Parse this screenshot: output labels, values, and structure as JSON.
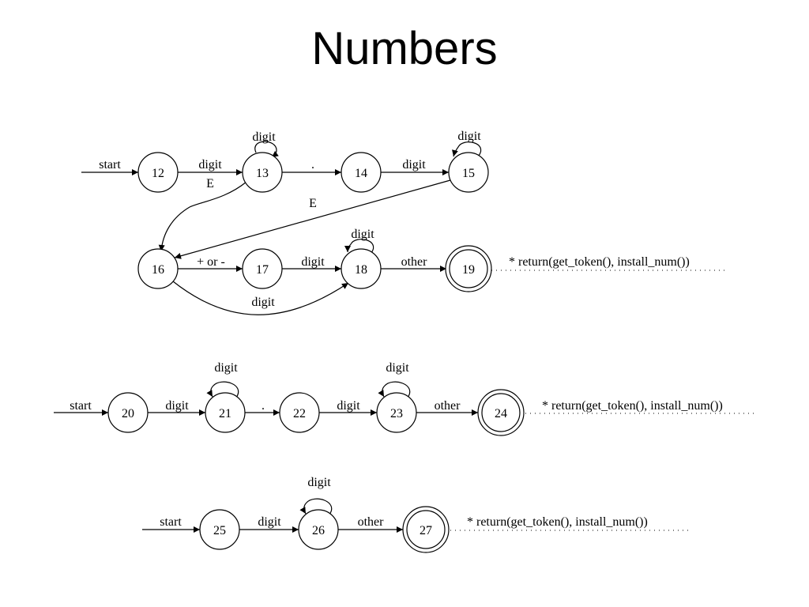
{
  "title": "Numbers",
  "diagrams": [
    {
      "states": [
        {
          "id": "12",
          "label": "12",
          "final": false
        },
        {
          "id": "13",
          "label": "13",
          "final": false
        },
        {
          "id": "14",
          "label": "14",
          "final": false
        },
        {
          "id": "15",
          "label": "15",
          "final": false
        },
        {
          "id": "16",
          "label": "16",
          "final": false
        },
        {
          "id": "17",
          "label": "17",
          "final": false
        },
        {
          "id": "18",
          "label": "18",
          "final": false
        },
        {
          "id": "19",
          "label": "19",
          "final": true
        }
      ],
      "transitions": [
        {
          "from": "start",
          "to": "12",
          "label": "start"
        },
        {
          "from": "12",
          "to": "13",
          "label": "digit"
        },
        {
          "from": "13",
          "to": "13",
          "label": "digit"
        },
        {
          "from": "13",
          "to": "14",
          "label": "."
        },
        {
          "from": "14",
          "to": "15",
          "label": "digit"
        },
        {
          "from": "15",
          "to": "15",
          "label": "digit"
        },
        {
          "from": "13",
          "to": "16",
          "label": "E"
        },
        {
          "from": "15",
          "to": "16",
          "label": "E"
        },
        {
          "from": "16",
          "to": "17",
          "label": "+ or -"
        },
        {
          "from": "17",
          "to": "18",
          "label": "digit"
        },
        {
          "from": "16",
          "to": "18",
          "label": "digit"
        },
        {
          "from": "18",
          "to": "18",
          "label": "digit"
        },
        {
          "from": "18",
          "to": "19",
          "label": "other"
        }
      ],
      "action": "* return(get_token(), install_num())"
    },
    {
      "states": [
        {
          "id": "20",
          "label": "20",
          "final": false
        },
        {
          "id": "21",
          "label": "21",
          "final": false
        },
        {
          "id": "22",
          "label": "22",
          "final": false
        },
        {
          "id": "23",
          "label": "23",
          "final": false
        },
        {
          "id": "24",
          "label": "24",
          "final": true
        }
      ],
      "transitions": [
        {
          "from": "start",
          "to": "20",
          "label": "start"
        },
        {
          "from": "20",
          "to": "21",
          "label": "digit"
        },
        {
          "from": "21",
          "to": "21",
          "label": "digit"
        },
        {
          "from": "21",
          "to": "22",
          "label": "."
        },
        {
          "from": "22",
          "to": "23",
          "label": "digit"
        },
        {
          "from": "23",
          "to": "23",
          "label": "digit"
        },
        {
          "from": "23",
          "to": "24",
          "label": "other"
        }
      ],
      "action": "* return(get_token(), install_num())"
    },
    {
      "states": [
        {
          "id": "25",
          "label": "25",
          "final": false
        },
        {
          "id": "26",
          "label": "26",
          "final": false
        },
        {
          "id": "27",
          "label": "27",
          "final": true
        }
      ],
      "transitions": [
        {
          "from": "start",
          "to": "25",
          "label": "start"
        },
        {
          "from": "25",
          "to": "26",
          "label": "digit"
        },
        {
          "from": "26",
          "to": "26",
          "label": "digit"
        },
        {
          "from": "26",
          "to": "27",
          "label": "other"
        }
      ],
      "action": "* return(get_token(), install_num())"
    }
  ]
}
